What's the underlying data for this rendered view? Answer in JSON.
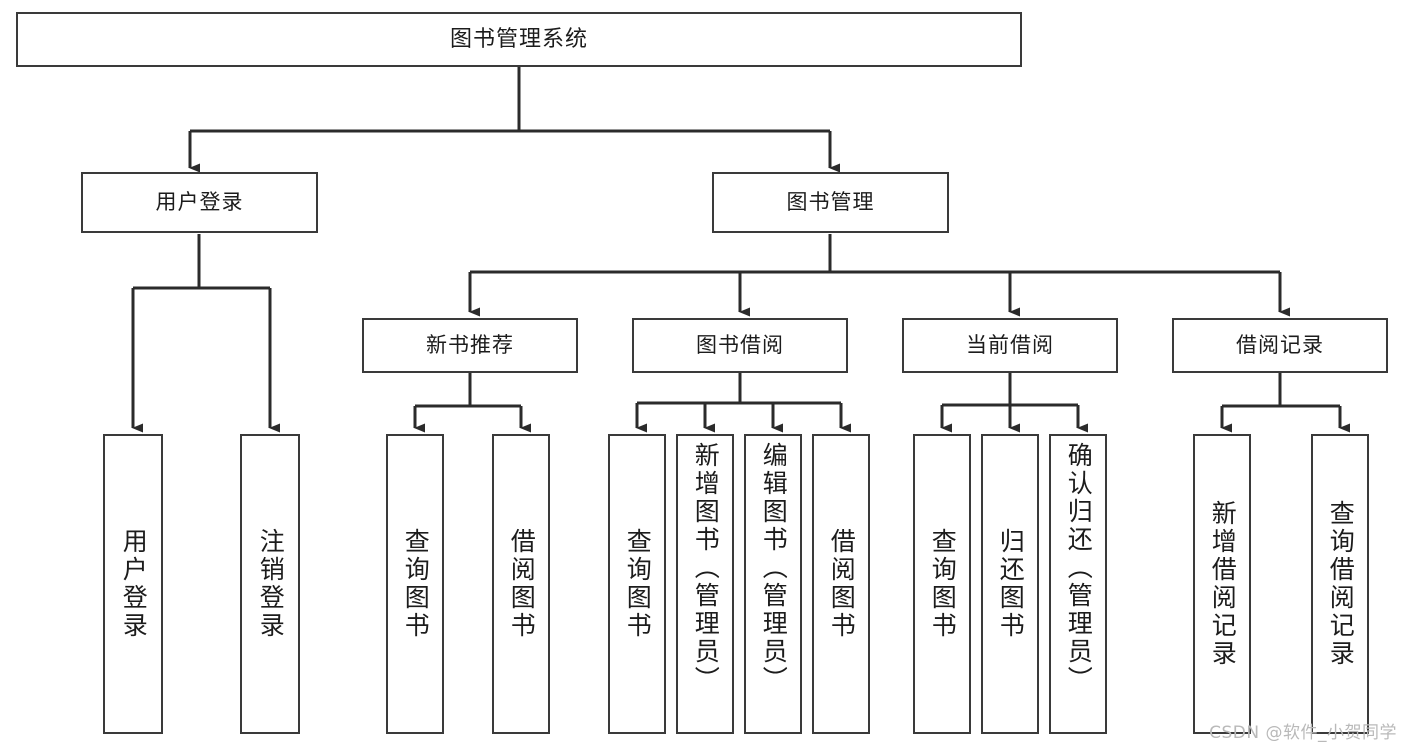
{
  "diagram": {
    "title": "图书管理系统",
    "type": "tree",
    "watermark": "CSDN @软件_小贺同学",
    "colors": {
      "border": "#3a3a3a",
      "fill": "#ffffff",
      "edge": "#2b2b2b",
      "text": "#1c1c1c",
      "watermark": "#b9b9b9"
    },
    "nodes": {
      "root": {
        "label": "图书管理系统"
      },
      "level1": [
        {
          "label": "用户登录"
        },
        {
          "label": "图书管理"
        }
      ],
      "level2": [
        {
          "label": "新书推荐"
        },
        {
          "label": "图书借阅"
        },
        {
          "label": "当前借阅"
        },
        {
          "label": "借阅记录"
        }
      ],
      "leaves": {
        "user_login": [
          {
            "label": "用户登录"
          },
          {
            "label": "注销登录"
          }
        ],
        "new_book": [
          {
            "label": "查询图书"
          },
          {
            "label": "借阅图书"
          }
        ],
        "borrow": [
          {
            "label": "查询图书"
          },
          {
            "label": "新增图书（管理员）"
          },
          {
            "label": "编辑图书（管理员）"
          },
          {
            "label": "借阅图书"
          }
        ],
        "current": [
          {
            "label": "查询图书"
          },
          {
            "label": "归还图书"
          },
          {
            "label": "确认归还（管理员）"
          }
        ],
        "records": [
          {
            "label": "新增借阅记录"
          },
          {
            "label": "查询借阅记录"
          }
        ]
      }
    }
  }
}
